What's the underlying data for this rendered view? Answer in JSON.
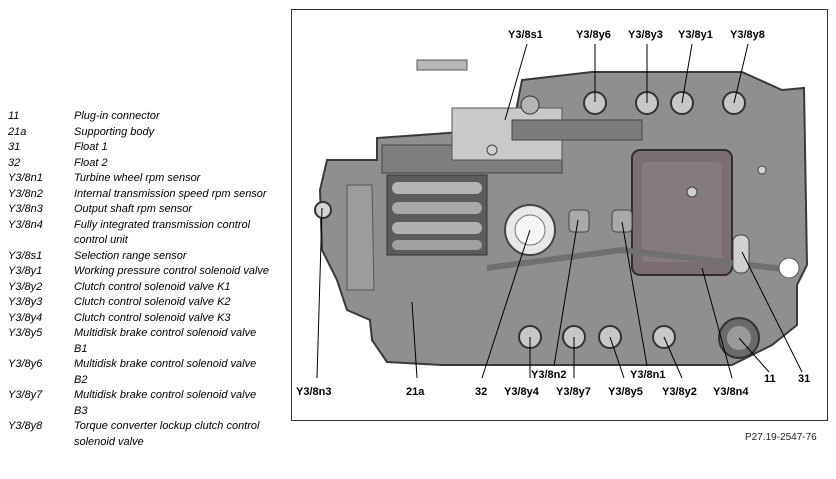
{
  "legend": [
    {
      "code": "11",
      "desc": "Plug-in connector"
    },
    {
      "code": "21a",
      "desc": "Supporting body"
    },
    {
      "code": "31",
      "desc": "Float 1"
    },
    {
      "code": "32",
      "desc": "Float 2"
    },
    {
      "code": "Y3/8n1",
      "desc": "Turbine wheel rpm sensor"
    },
    {
      "code": "Y3/8n2",
      "desc": "Internal transmission speed rpm sensor"
    },
    {
      "code": "Y3/8n3",
      "desc": "Output shaft rpm sensor"
    },
    {
      "code": "Y3/8n4",
      "desc": "Fully integrated transmission control control unit"
    },
    {
      "code": "Y3/8s1",
      "desc": "Selection range sensor"
    },
    {
      "code": "Y3/8y1",
      "desc": "Working pressure control solenoid valve"
    },
    {
      "code": "Y3/8y2",
      "desc": "Clutch control solenoid valve K1"
    },
    {
      "code": "Y3/8y3",
      "desc": "Clutch control solenoid valve K2"
    },
    {
      "code": "Y3/8y4",
      "desc": "Clutch control solenoid valve K3"
    },
    {
      "code": "Y3/8y5",
      "desc": "Multidisk brake control solenoid valve B1"
    },
    {
      "code": "Y3/8y6",
      "desc": "Multidisk brake control solenoid valve B2"
    },
    {
      "code": "Y3/8y7",
      "desc": "Multidisk brake control solenoid valve B3"
    },
    {
      "code": "Y3/8y8",
      "desc": "Torque converter lockup clutch control solenoid valve"
    }
  ],
  "callouts": {
    "s1": "Y3/8s1",
    "y6": "Y3/8y6",
    "y3": "Y3/8y3",
    "y1": "Y3/8y1",
    "y8": "Y3/8y8",
    "n3": "Y3/8n3",
    "c21a": "21a",
    "c32": "32",
    "y4": "Y3/8y4",
    "n2": "Y3/8n2",
    "y7": "Y3/8y7",
    "y5": "Y3/8y5",
    "n1": "Y3/8n1",
    "y2": "Y3/8y2",
    "n4": "Y3/8n4",
    "c11": "11",
    "c31": "31"
  },
  "figure_ref": "P27.19-2547-76",
  "colors": {
    "body": "#8f8f8f",
    "body_dark": "#5c5c5c",
    "shadow": "#3a3a3a",
    "module": "#7a6e70",
    "highlight": "#c9c9c9"
  }
}
